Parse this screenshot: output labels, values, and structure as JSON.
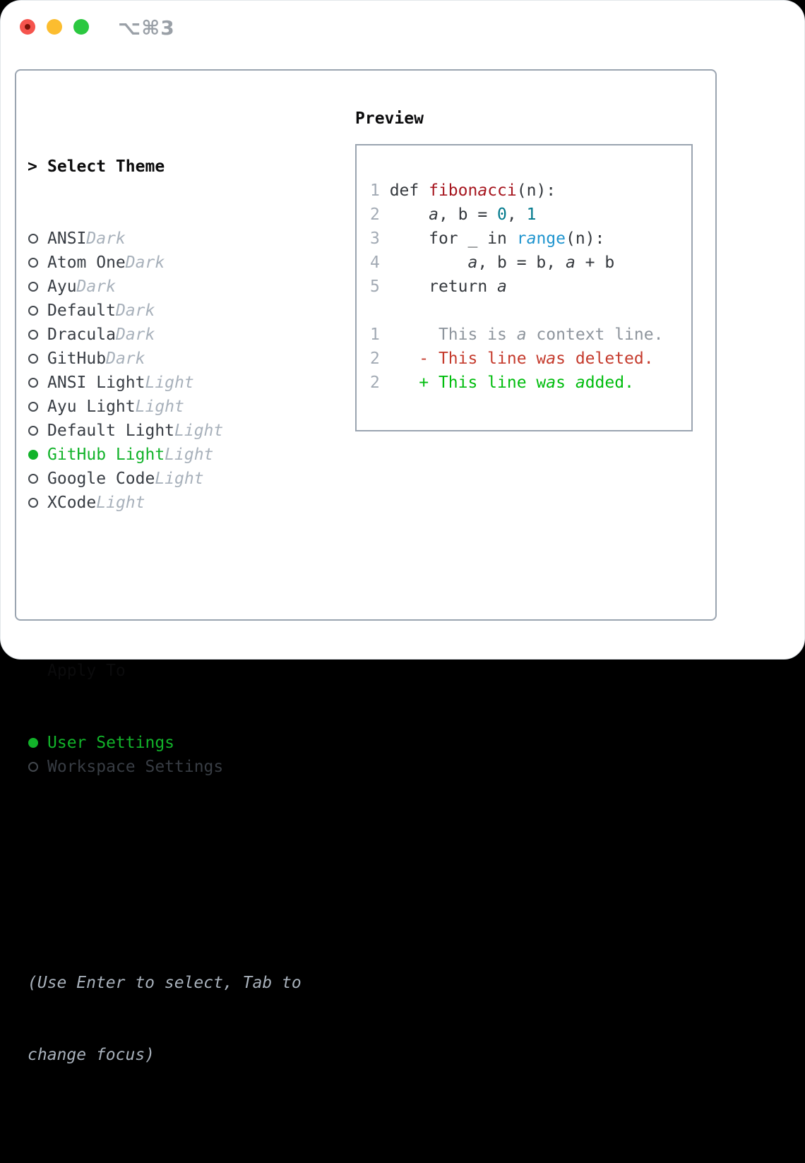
{
  "window": {
    "shortcut_label": "⌥⌘3",
    "traffic_lights": [
      "close",
      "minimize",
      "zoom"
    ]
  },
  "colors": {
    "accent_green": "#12b32a",
    "added_green": "#01bd0e",
    "deleted_red": "#c53b2d",
    "function_red": "#a6161f",
    "number_teal": "#00798c",
    "builtin_blue": "#2095cf",
    "traffic_red": "#f5544d",
    "traffic_yellow": "#fcbd2f",
    "traffic_green": "#2bc840"
  },
  "theme_panel": {
    "title_prefix": ">",
    "title": "Select Theme",
    "themes": [
      {
        "name": "ANSI",
        "variant": "Dark",
        "selected": false
      },
      {
        "name": "Atom One",
        "variant": "Dark",
        "selected": false
      },
      {
        "name": "Ayu",
        "variant": "Dark",
        "selected": false
      },
      {
        "name": "Default",
        "variant": "Dark",
        "selected": false
      },
      {
        "name": "Dracula",
        "variant": "Dark",
        "selected": false
      },
      {
        "name": "GitHub",
        "variant": "Dark",
        "selected": false
      },
      {
        "name": "ANSI Light",
        "variant": "Light",
        "selected": false
      },
      {
        "name": "Ayu Light",
        "variant": "Light",
        "selected": false
      },
      {
        "name": "Default Light",
        "variant": "Light",
        "selected": false
      },
      {
        "name": "GitHub Light",
        "variant": "Light",
        "selected": true
      },
      {
        "name": "Google Code",
        "variant": "Light",
        "selected": false
      },
      {
        "name": "XCode",
        "variant": "Light",
        "selected": false
      }
    ],
    "apply_to": {
      "title": "Apply To",
      "options": [
        {
          "label": "User Settings",
          "selected": true
        },
        {
          "label": "Workspace Settings",
          "selected": false
        }
      ]
    },
    "hint_lines": [
      "(Use Enter to select, Tab to",
      "change focus)"
    ]
  },
  "preview": {
    "title": "Preview",
    "lines": [
      {
        "no": "1",
        "segs": [
          {
            "t": "def ",
            "s": "kw"
          },
          {
            "t": "fibonacci",
            "s": "fn"
          },
          {
            "t": "(n):",
            "s": "p"
          }
        ]
      },
      {
        "no": "2",
        "segs": [
          {
            "t": "    a, b = ",
            "s": "p"
          },
          {
            "t": "0",
            "s": "num"
          },
          {
            "t": ", ",
            "s": "p"
          },
          {
            "t": "1",
            "s": "num"
          }
        ]
      },
      {
        "no": "3",
        "segs": [
          {
            "t": "    for _ in ",
            "s": "p"
          },
          {
            "t": "range",
            "s": "bi"
          },
          {
            "t": "(n):",
            "s": "p"
          }
        ]
      },
      {
        "no": "4",
        "segs": [
          {
            "t": "        a, b = b, a + b",
            "s": "p"
          }
        ]
      },
      {
        "no": "5",
        "segs": [
          {
            "t": "    return a",
            "s": "p"
          }
        ]
      },
      {
        "no": "",
        "segs": []
      },
      {
        "no": "1",
        "segs": [
          {
            "t": "     This is a context line.",
            "s": "ctx"
          }
        ]
      },
      {
        "no": "2",
        "segs": [
          {
            "t": "   - This line was deleted.",
            "s": "del"
          }
        ]
      },
      {
        "no": "2",
        "segs": [
          {
            "t": "   + This line was added.",
            "s": "add"
          }
        ]
      }
    ]
  }
}
